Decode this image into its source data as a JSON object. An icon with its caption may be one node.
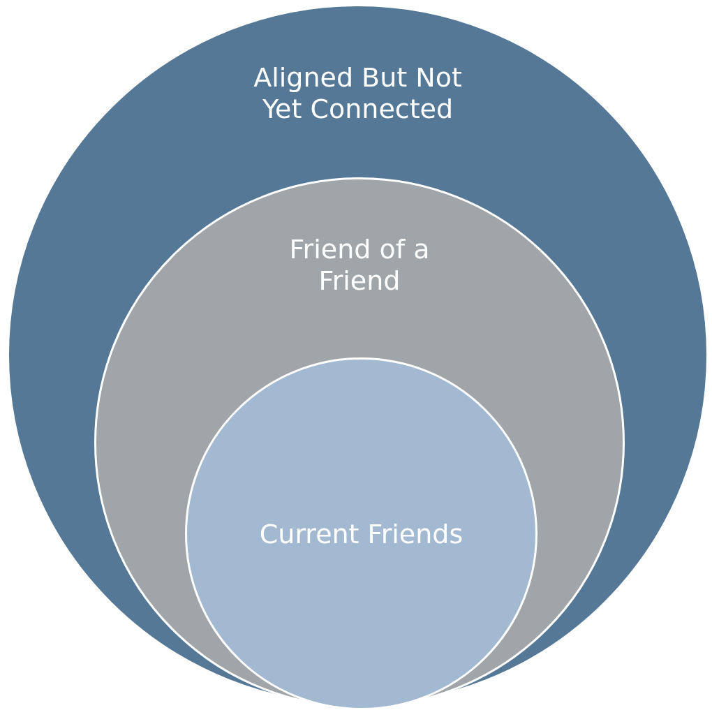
{
  "diagram": {
    "nodes": [
      {
        "text": [
          "Aligned But Not Yet Connected"
        ]
      },
      {
        "text": [
          "Friend of a Friend"
        ],
        "in": 0
      },
      {
        "text": [
          "Current Friends"
        ],
        "in": 1
      }
    ]
  }
}
